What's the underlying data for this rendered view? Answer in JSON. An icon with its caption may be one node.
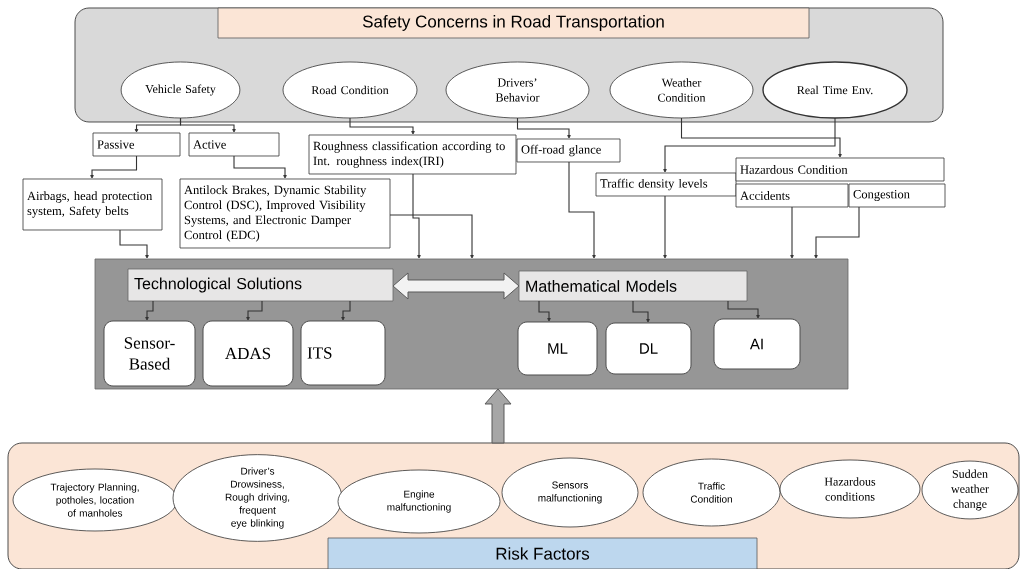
{
  "diagram": {
    "nodes": [
      {
        "text": [
          "Safety Concerns in Road Transportation"
        ]
      },
      {
        "text": [
          "Vehicle Safety"
        ],
        "in": 0
      },
      {
        "text": [
          "Road Condition"
        ],
        "in": 0
      },
      {
        "text": [
          "Drivers’ Behavior"
        ],
        "in": 0
      },
      {
        "text": [
          "Weather Condition"
        ],
        "in": 0
      },
      {
        "text": [
          "Real Time Env."
        ],
        "in": 0
      },
      {
        "text": [
          "Passive"
        ]
      },
      {
        "text": [
          "Active"
        ]
      },
      {
        "text": [
          "Airbags, head protection system, Safety belts"
        ]
      },
      {
        "text": [
          "Antilock Brakes, Dynamic Stability Control (DSC), Improved Visibility Systems, and Electronic Damper Control (EDC)"
        ]
      },
      {
        "text": [
          "Roughness classification according to Int. roughness index(IRI)"
        ]
      },
      {
        "text": [
          "Off-road glance"
        ]
      },
      {
        "text": [
          "Traffic density levels"
        ]
      },
      {
        "text": [
          "Hazardous Condition"
        ]
      },
      {
        "text": [
          "Accidents"
        ]
      },
      {
        "text": [
          "Congestion"
        ]
      },
      {
        "text": [],
        "shape": "box"
      },
      {
        "text": [
          "Technological Solutions"
        ],
        "in": 16
      },
      {
        "text": [
          "Mathematical Models"
        ],
        "in": 16
      },
      {
        "text": [
          "Sensor-Based"
        ],
        "in": 16
      },
      {
        "text": [
          "ADAS"
        ],
        "in": 16
      },
      {
        "text": [
          "ITS"
        ],
        "in": 16
      },
      {
        "text": [
          "ML"
        ],
        "in": 16
      },
      {
        "text": [
          "DL"
        ],
        "in": 16
      },
      {
        "text": [
          "AI"
        ],
        "in": 16
      },
      {
        "text": [
          "Risk Factors"
        ]
      },
      {
        "text": [
          "Trajectory Planning, potholes, location of manholes"
        ],
        "in": 25
      },
      {
        "text": [
          "Driver’s Drowsiness, Rough driving, frequent eye blinking"
        ],
        "in": 25
      },
      {
        "text": [
          "Engine malfunctioning"
        ],
        "in": 25
      },
      {
        "text": [
          "Sensors malfunctioning"
        ],
        "in": 25
      },
      {
        "text": [
          "Traffic Condition"
        ],
        "in": 25
      },
      {
        "text": [
          "Hazardous conditions"
        ],
        "in": 25
      },
      {
        "text": [
          "Sudden weather change"
        ],
        "in": 25
      }
    ],
    "edges": [
      {
        "from": 1,
        "to": 6,
        "arrow": "to"
      },
      {
        "from": 1,
        "to": 7,
        "arrow": "to"
      },
      {
        "from": 6,
        "to": 8,
        "arrow": "to"
      },
      {
        "from": 7,
        "to": 9,
        "arrow": "to"
      },
      {
        "from": 2,
        "to": 10,
        "arrow": "to"
      },
      {
        "from": 3,
        "to": 11,
        "arrow": "to"
      },
      {
        "from": 4,
        "to": 13,
        "arrow": "to"
      },
      {
        "from": 5,
        "to": 12,
        "arrow": "to"
      },
      {
        "from": 8,
        "to": 16,
        "arrow": "to"
      },
      {
        "from": 10,
        "to": 16,
        "arrow": "to"
      },
      {
        "from": 9,
        "to": 16,
        "arrow": "to"
      },
      {
        "from": 11,
        "to": 16,
        "arrow": "to"
      },
      {
        "from": 12,
        "to": 16,
        "arrow": "to"
      },
      {
        "from": 14,
        "to": 16,
        "arrow": "to"
      },
      {
        "from": 15,
        "to": 16,
        "arrow": "to"
      },
      {
        "from": 17,
        "to": 18,
        "arrow": "both",
        "style": "thick"
      },
      {
        "from": 17,
        "to": 19,
        "arrow": "to"
      },
      {
        "from": 17,
        "to": 20,
        "arrow": "to"
      },
      {
        "from": 17,
        "to": 21,
        "arrow": "to"
      },
      {
        "from": 18,
        "to": 22,
        "arrow": "to"
      },
      {
        "from": 18,
        "to": 23,
        "arrow": "to"
      },
      {
        "from": 18,
        "to": 24,
        "arrow": "to"
      },
      {
        "from": 25,
        "to": 16,
        "arrow": "to",
        "style": "thick"
      }
    ]
  }
}
